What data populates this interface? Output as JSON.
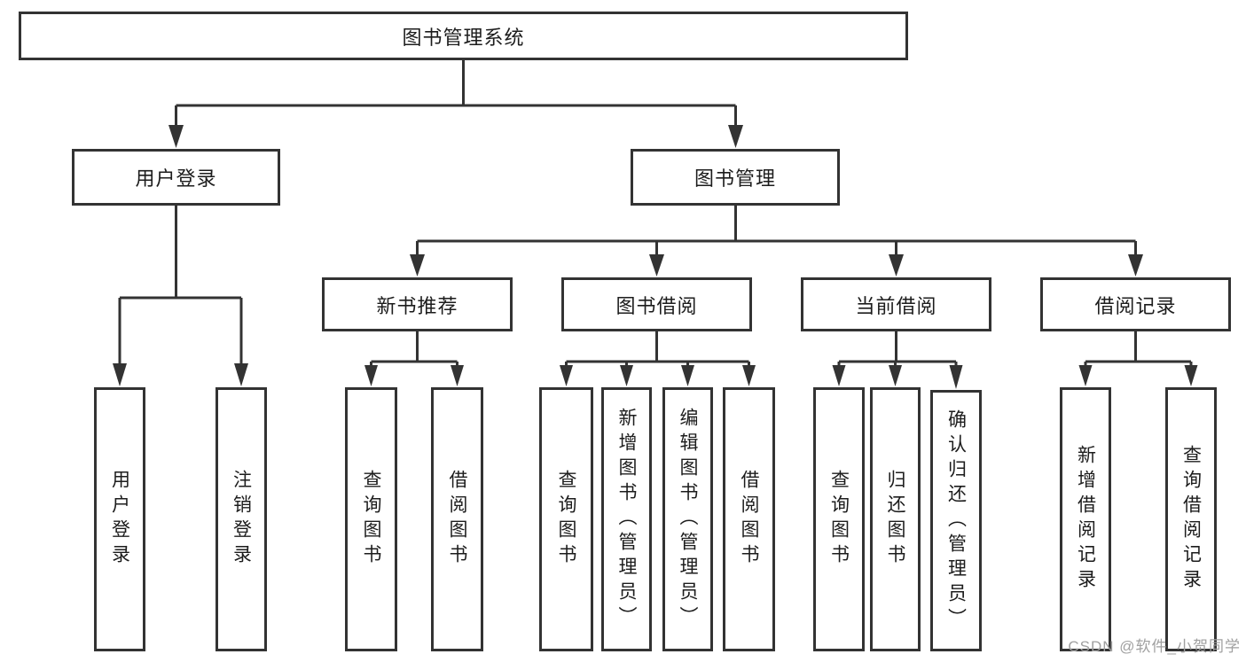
{
  "colors": {
    "line": "#333333",
    "box_border": "#333333",
    "text": "#1c1c1c",
    "watermark": "#a0a0a0",
    "background": "#ffffff"
  },
  "root": {
    "label": "图书管理系统"
  },
  "level2": [
    {
      "label": "用户登录"
    },
    {
      "label": "图书管理"
    }
  ],
  "level3": [
    {
      "label": "新书推荐"
    },
    {
      "label": "图书借阅"
    },
    {
      "label": "当前借阅"
    },
    {
      "label": "借阅记录"
    }
  ],
  "leaves": [
    {
      "label": "用户登录",
      "parent": "用户登录"
    },
    {
      "label": "注销登录",
      "parent": "用户登录"
    },
    {
      "label": "查询图书",
      "parent": "新书推荐"
    },
    {
      "label": "借阅图书",
      "parent": "新书推荐"
    },
    {
      "label": "查询图书",
      "parent": "图书借阅"
    },
    {
      "label": "新增图书（管理员）",
      "parent": "图书借阅"
    },
    {
      "label": "编辑图书（管理员）",
      "parent": "图书借阅"
    },
    {
      "label": "借阅图书",
      "parent": "图书借阅"
    },
    {
      "label": "查询图书",
      "parent": "当前借阅"
    },
    {
      "label": "归还图书",
      "parent": "当前借阅"
    },
    {
      "label": "确认归还（管理员）",
      "parent": "当前借阅"
    },
    {
      "label": "新增借阅记录",
      "parent": "借阅记录"
    },
    {
      "label": "查询借阅记录",
      "parent": "借阅记录"
    }
  ],
  "watermark": "CSDN @软件_小贺同学"
}
